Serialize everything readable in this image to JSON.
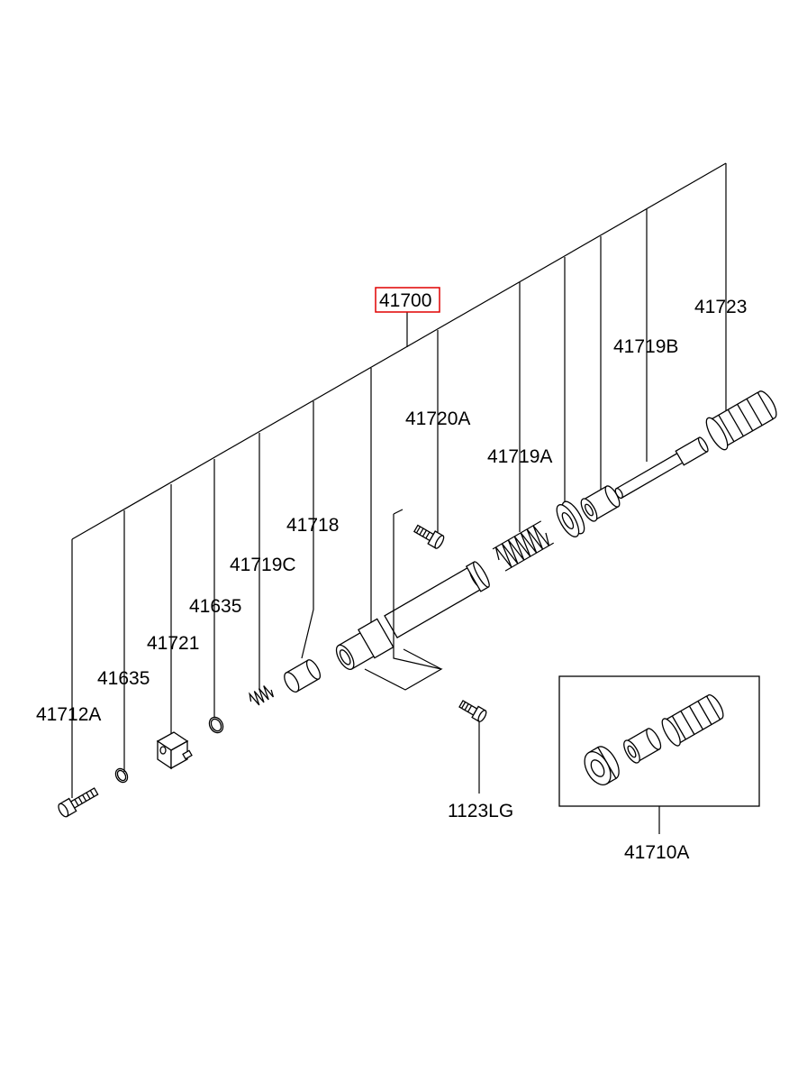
{
  "parts": {
    "p41700": "41700",
    "p41720A": "41720A",
    "p41719A": "41719A",
    "p41719B": "41719B",
    "p41723": "41723",
    "p41718": "41718",
    "p41719C": "41719C",
    "p41635_upper": "41635",
    "p41721": "41721",
    "p41635_lower": "41635",
    "p41712A": "41712A",
    "p1123LG": "1123LG",
    "p41710A": "41710A"
  },
  "highlight": {
    "part": "41700",
    "color": "#e00000"
  }
}
